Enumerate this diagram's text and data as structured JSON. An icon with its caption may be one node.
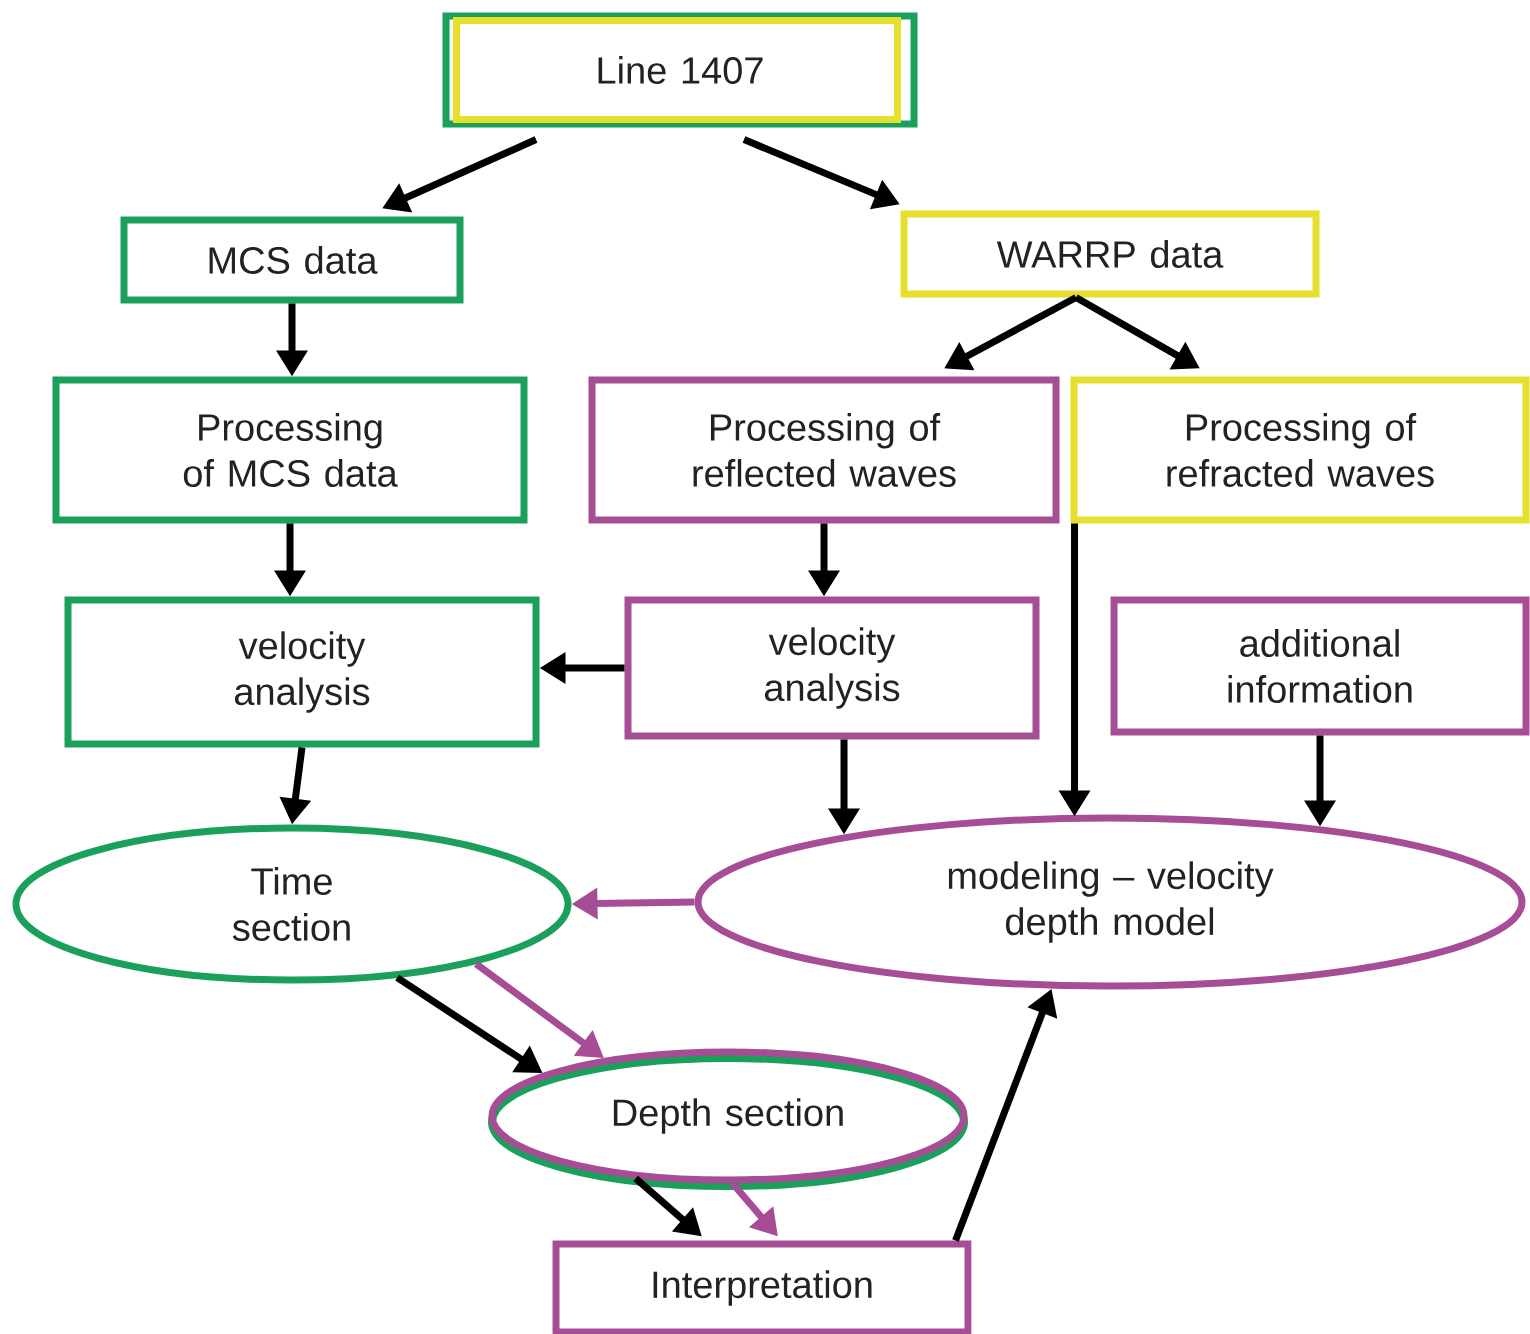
{
  "diagram": {
    "nodes": [
      {
        "text": [
          "Line 1407"
        ]
      },
      {
        "text": [
          "MCS data"
        ]
      },
      {
        "text": [
          "WARRP data"
        ]
      },
      {
        "text": [
          "Processing of MCS data"
        ]
      },
      {
        "text": [
          "Processing of reflected waves"
        ]
      },
      {
        "text": [
          "Processing of refracted waves"
        ]
      },
      {
        "text": [
          "velocity analysis"
        ]
      },
      {
        "text": [
          "velocity analysis"
        ]
      },
      {
        "text": [
          "additional information"
        ]
      },
      {
        "text": [
          "Time section"
        ]
      },
      {
        "text": [
          "modeling – velocity depth model"
        ]
      },
      {
        "text": [
          "Depth section"
        ]
      },
      {
        "text": [
          "Interpretation"
        ]
      }
    ],
    "edges": [
      {
        "from": 0,
        "to": 1,
        "arrow": "to"
      },
      {
        "from": 0,
        "to": 2,
        "arrow": "to"
      },
      {
        "from": 1,
        "to": 3,
        "arrow": "to"
      },
      {
        "from": 2,
        "to": 4,
        "arrow": "to"
      },
      {
        "from": 2,
        "to": 5,
        "arrow": "to"
      },
      {
        "from": 3,
        "to": 6,
        "arrow": "to"
      },
      {
        "from": 4,
        "to": 7,
        "arrow": "to"
      },
      {
        "from": 7,
        "to": 6,
        "arrow": "to"
      },
      {
        "from": 6,
        "to": 9,
        "arrow": "to"
      },
      {
        "from": 7,
        "to": 10,
        "arrow": "to"
      },
      {
        "from": 5,
        "to": 10,
        "arrow": "to"
      },
      {
        "from": 8,
        "to": 10,
        "arrow": "to"
      },
      {
        "from": 10,
        "to": 9,
        "arrow": "to",
        "color": "#a64d96"
      },
      {
        "from": 9,
        "to": 11,
        "arrow": "to"
      },
      {
        "from": 9,
        "to": 11,
        "arrow": "to",
        "color": "#a64d96"
      },
      {
        "from": 11,
        "to": 12,
        "arrow": "to"
      },
      {
        "from": 11,
        "to": 12,
        "arrow": "to",
        "color": "#a64d96"
      },
      {
        "from": 12,
        "to": 10,
        "arrow": "to"
      }
    ]
  }
}
